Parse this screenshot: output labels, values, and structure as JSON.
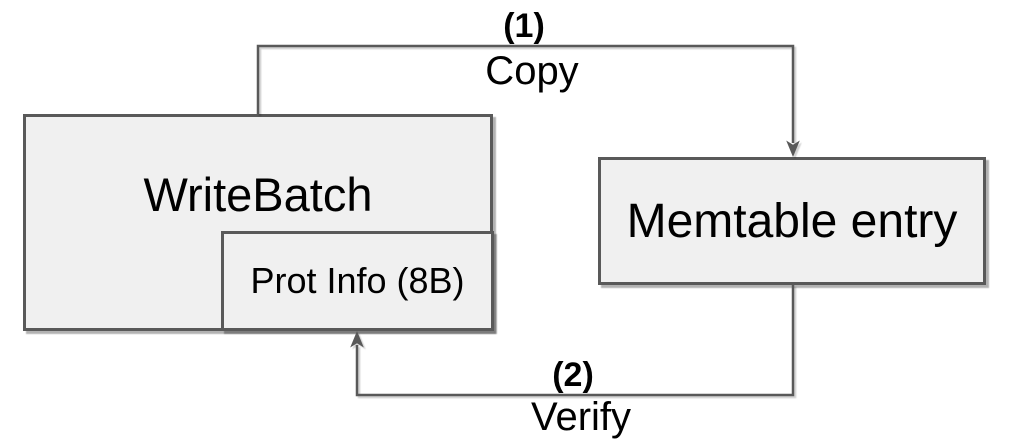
{
  "diagram": {
    "nodes": {
      "write_batch": {
        "label": "WriteBatch"
      },
      "prot_info": {
        "label": "Prot Info (8B)"
      },
      "memtable_entry": {
        "label": "Memtable entry"
      }
    },
    "edges": {
      "copy": {
        "step": "(1)",
        "label": "Copy",
        "from": "WriteBatch",
        "to": "Memtable entry"
      },
      "verify": {
        "step": "(2)",
        "label": "Verify",
        "from": "Memtable entry",
        "to": "Prot Info (8B)"
      }
    },
    "colors": {
      "background": "#ffffff",
      "node_fill": "#f0f0f0",
      "node_border": "#595959",
      "connector": "#595959",
      "text": "#000000"
    }
  }
}
